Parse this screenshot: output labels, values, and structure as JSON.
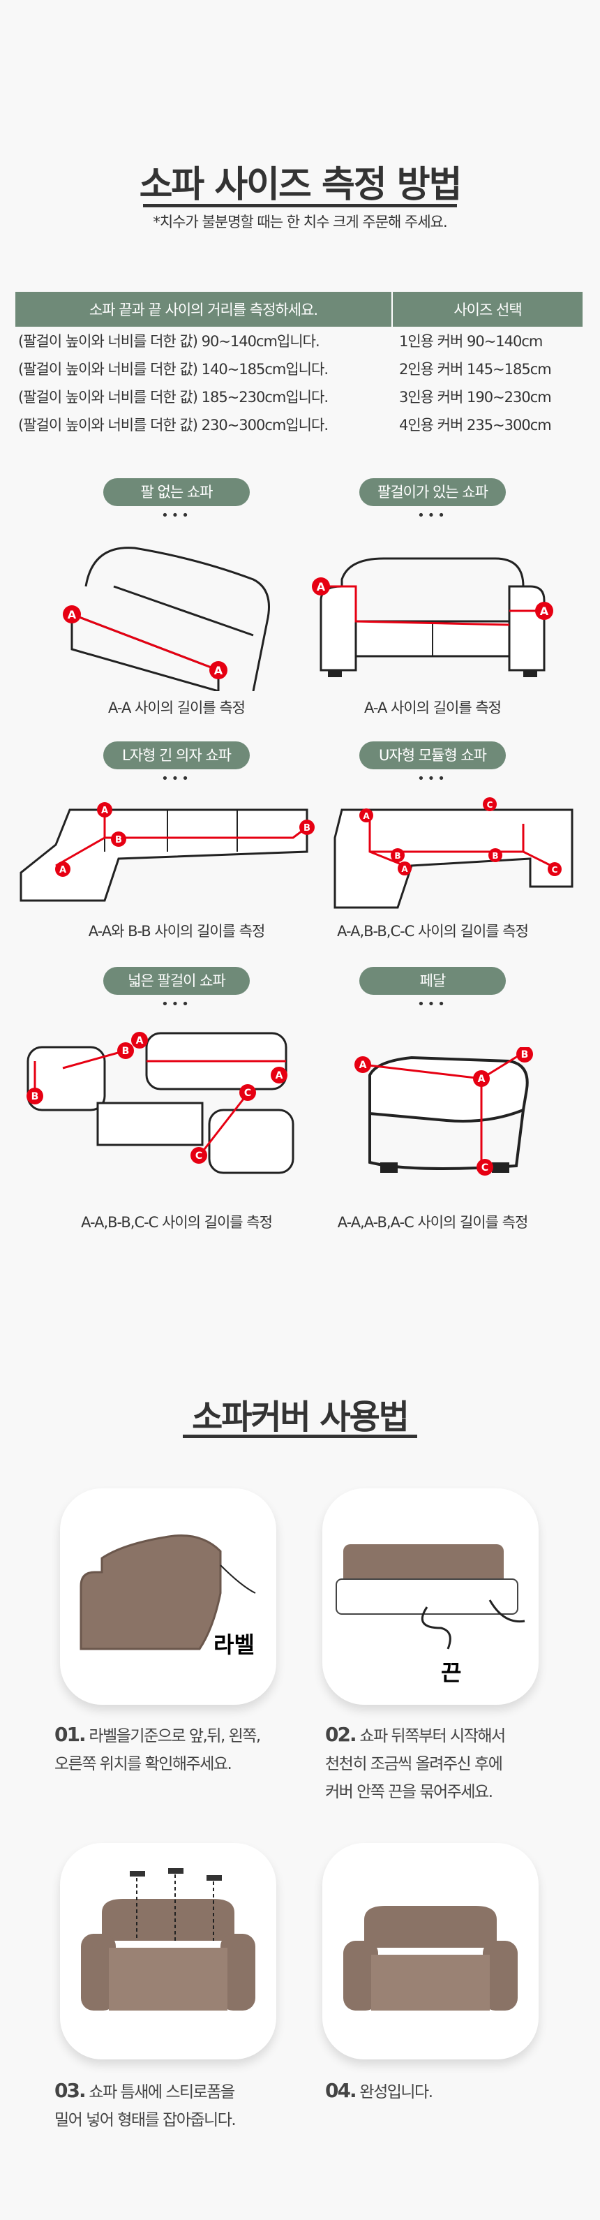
{
  "measure": {
    "title": "소파 사이즈 측정 방법",
    "subtitle": "*치수가 불분명할 때는 한 치수 크게 주문해 주세요.",
    "table": {
      "headers": [
        "소파 끝과 끝 사이의 거리를 측정하세요.",
        "사이즈 선택"
      ],
      "rows": [
        [
          "(팔걸이 높이와 너비를 더한 값)  90~140cm입니다.",
          "1인용  커버 90~140cm"
        ],
        [
          "(팔걸이 높이와 너비를 더한 값)  140~185cm입니다.",
          "2인용  커버 145~185cm"
        ],
        [
          "(팔걸이 높이와 너비를 더한 값)  185~230cm입니다.",
          "3인용  커버 190~230cm"
        ],
        [
          "(팔걸이 높이와 너비를 더한 값)  230~300cm입니다.",
          "4인용  커버 235~300cm"
        ]
      ]
    },
    "types": [
      {
        "label": "팔 없는 쇼파",
        "dots": "•••",
        "caption": "A-A 사이의 길이를 측정"
      },
      {
        "label": "팔걸이가 있는 쇼파",
        "dots": "•••",
        "caption": "A-A 사이의 길이를 측정"
      },
      {
        "label": "L자형 긴 의자 쇼파",
        "dots": "•••",
        "caption": "A-A와 B-B 사이의 길이를 측정"
      },
      {
        "label": "U자형 모듈형 쇼파",
        "dots": "•••",
        "caption": "A-A,B-B,C-C 사이의 길이를 측정"
      },
      {
        "label": "넓은 팔걸이 쇼파",
        "dots": "•••",
        "caption": "A-A,B-B,C-C 사이의 길이를 측정"
      },
      {
        "label": "페달",
        "dots": "•••",
        "caption": "A-A,A-B,A-C 사이의 길이를 측정"
      }
    ],
    "markers": {
      "a": "A",
      "b": "B",
      "c": "C"
    }
  },
  "usage": {
    "title": "소파커버 사용법",
    "steps": [
      {
        "num": "01.",
        "text1": "라벨을기준으로 앞,뒤, 왼쪽,",
        "text2": "오른쪽 위치를 확인해주세요.",
        "text3": "",
        "img_label": "라벨"
      },
      {
        "num": "02.",
        "text1": "쇼파 뒤쪽부터 시작해서",
        "text2": "천천히 조금씩 올려주신 후에",
        "text3": "커버 안쪽 끈을 묶어주세요.",
        "img_label": "끈"
      },
      {
        "num": "03.",
        "text1": "쇼파 틈새에 스티로폼을",
        "text2": "밀어 넣어 형태를 잡아줍니다.",
        "text3": ""
      },
      {
        "num": "04.",
        "text1": "완성입니다.",
        "text2": "",
        "text3": ""
      }
    ]
  },
  "colors": {
    "accent": "#6f8a78",
    "marker": "#e60012",
    "sofa": "#8a7366"
  }
}
